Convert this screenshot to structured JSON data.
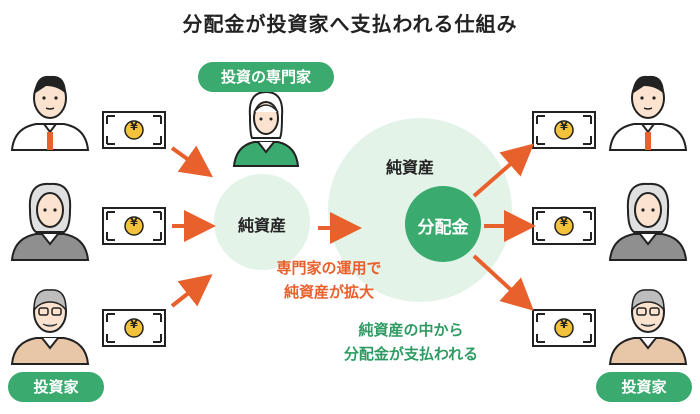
{
  "title": "分配金が投資家へ支払われる仕組み",
  "expert_label": "投資の専門家",
  "left_circle_label": "純資産",
  "right_circle_label": "純資産",
  "center_label": "分配金",
  "growth_note": [
    "専門家の運用で",
    "純資産が拡大"
  ],
  "distribution_note": [
    "純資産の中から",
    "分配金が支払われる"
  ],
  "investor_label_left": "投資家",
  "investor_label_right": "投資家",
  "yen_symbol": "¥",
  "colors": {
    "green": "#3aaa6e",
    "light_green": "#e3f3e8",
    "orange": "#e8602c",
    "gold": "#f2c23a",
    "skin": "#fbe3cf"
  }
}
